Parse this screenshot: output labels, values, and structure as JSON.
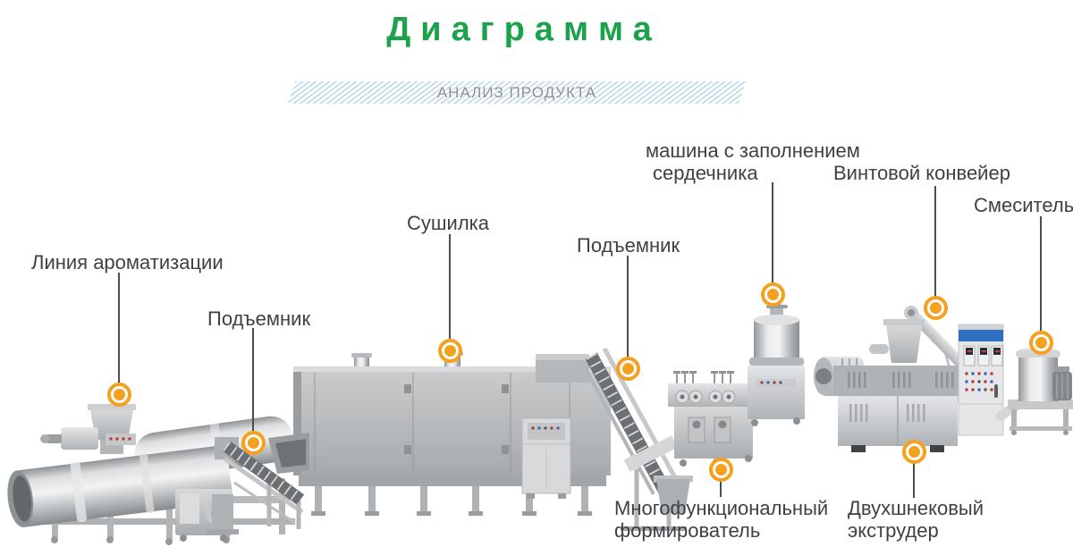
{
  "header": {
    "title": "Диаграмма",
    "subtitle": "АНАЛИЗ ПРОДУКТА"
  },
  "colors": {
    "title_green": "#1ca24b",
    "label_gray": "#3e4144",
    "connector_gray": "#4b4e50",
    "marker_orange": "#f4a11f",
    "banner_stripe_blue": "#b5d5ea",
    "subtitle_gray": "#8d8f91",
    "cabinet_blue": "#2e6fc0",
    "machine_gray": "#b4b7b9"
  },
  "annotations": [
    {
      "id": "flavoring-line",
      "line1": "Линия ароматизации"
    },
    {
      "id": "elevator-1",
      "line1": "Подъемник"
    },
    {
      "id": "dryer",
      "line1": "Сушилка"
    },
    {
      "id": "elevator-2",
      "line1": "Подъемник"
    },
    {
      "id": "core-filling-machine",
      "line1": "машина с заполнением",
      "line2": "сердечника"
    },
    {
      "id": "screw-conveyor",
      "line1": "Винтовой конвейер"
    },
    {
      "id": "mixer",
      "line1": "Смеситель"
    },
    {
      "id": "multifunctional-former",
      "line1": "Многофункциональный",
      "line2": "формирователь"
    },
    {
      "id": "twin-screw-extruder",
      "line1": "Двухшнековый",
      "line2": "экструдер"
    }
  ]
}
